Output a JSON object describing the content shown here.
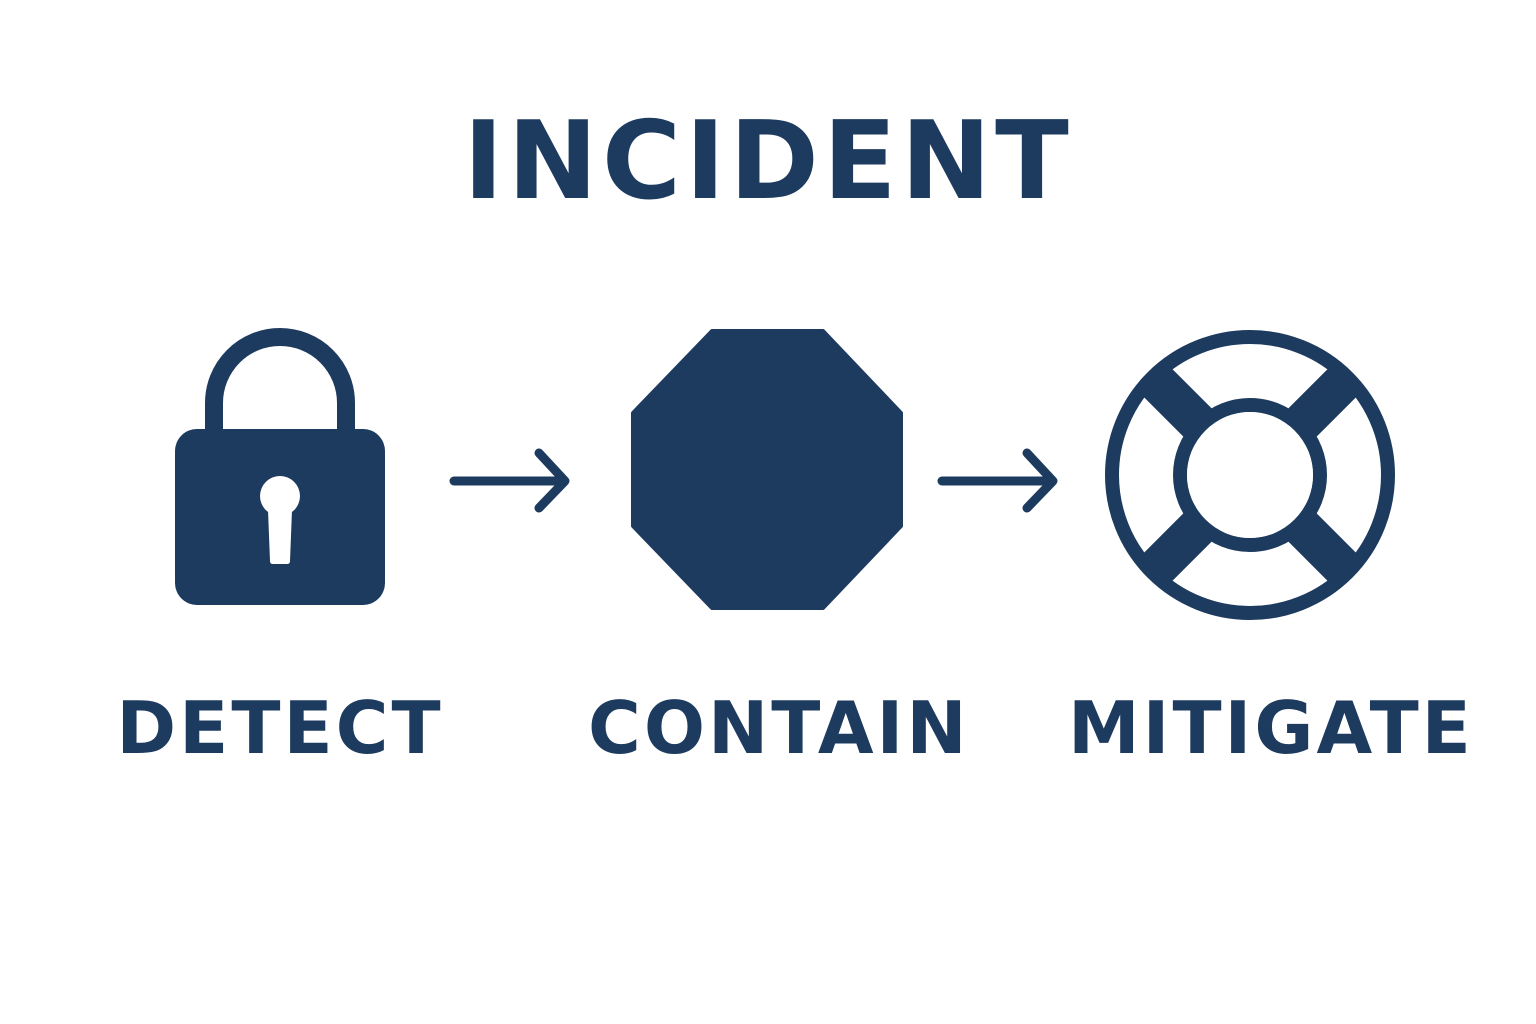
{
  "title": "INCIDENT",
  "steps": [
    {
      "label": "DETECT",
      "icon": "padlock-icon"
    },
    {
      "label": "CONTAIN",
      "icon": "octagon-stop-icon"
    },
    {
      "label": "MITIGATE",
      "icon": "lifebuoy-icon"
    }
  ],
  "colors": {
    "primary": "#1d3a5f",
    "background": "#ffffff"
  }
}
